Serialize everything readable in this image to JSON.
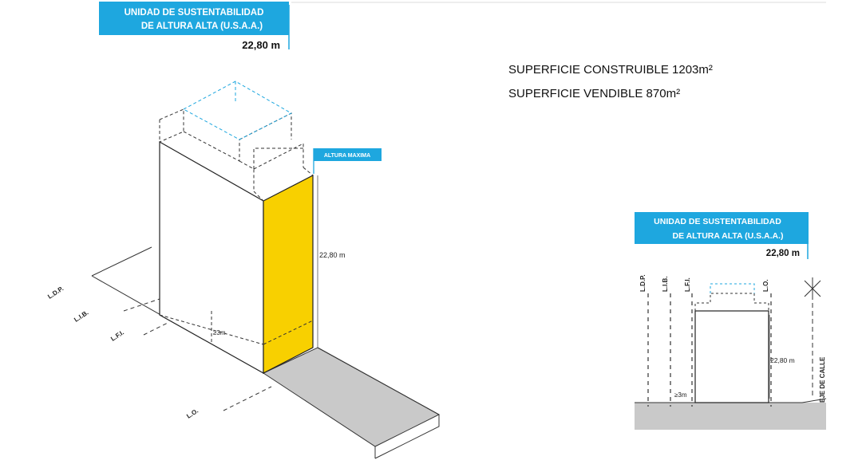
{
  "top_box": {
    "title_line1": "UNIDAD DE SUSTENTABILIDAD",
    "title_line2": "DE ALTURA ALTA (U.S.A.A.)",
    "height": "22,80 m"
  },
  "stats": {
    "buildable": "SUPERFICIE CONSTRUIBLE  1203m²",
    "sellable": "SUPERFICIE VENDIBLE 870m²"
  },
  "axon": {
    "max_height_tag": "ALTURA MAXIMA",
    "height_dim": "22,80 m",
    "setback": "≥3m",
    "line_labels": [
      "L.D.P.",
      "L.I.B.",
      "L.F.I.",
      "L.O."
    ]
  },
  "section_box": {
    "title_line1": "UNIDAD DE SUSTENTABILIDAD",
    "title_line2": "DE ALTURA ALTA (U.S.A.A.)",
    "height": "22,80 m"
  },
  "section": {
    "line_labels": [
      "L.D.P.",
      "L.I.B.",
      "L.F.I.",
      "L.O."
    ],
    "height_dim": "22,80 m",
    "setback": "≥3m",
    "street_axis": "EJE DE CALLE"
  },
  "colors": {
    "accent_blue": "#1ea7df",
    "yellow_face": "#f8d000",
    "ground_gray": "#c9c9c9"
  }
}
